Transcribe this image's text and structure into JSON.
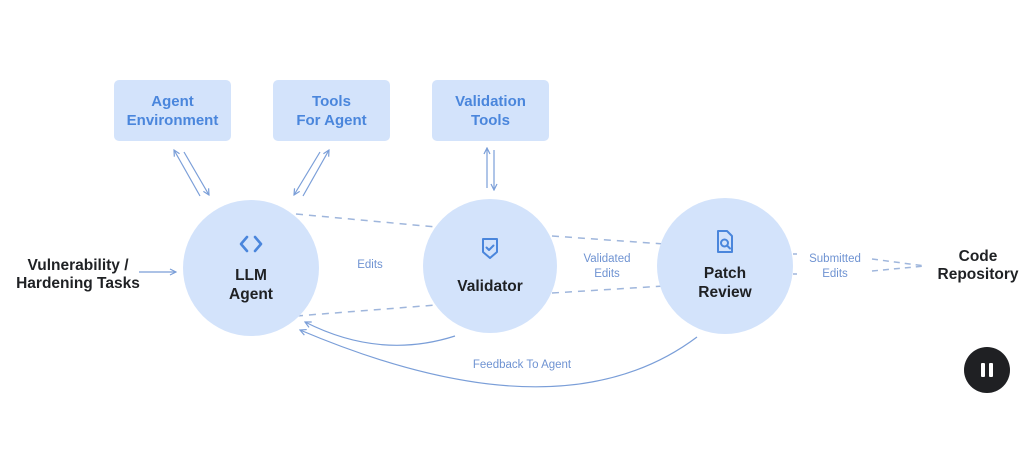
{
  "diagram": {
    "boxes": [
      {
        "line1": "Agent",
        "line2": "Environment"
      },
      {
        "line1": "Tools",
        "line2": "For Agent"
      },
      {
        "line1": "Validation",
        "line2": "Tools"
      }
    ],
    "nodes": [
      {
        "line1": "LLM",
        "line2": "Agent",
        "icon": "code-icon"
      },
      {
        "line1": "Validator",
        "line2": "",
        "icon": "shield-check-icon"
      },
      {
        "line1": "Patch",
        "line2": "Review",
        "icon": "document-search-icon"
      }
    ],
    "input": {
      "line1": "Vulnerability /",
      "line2": "Hardening Tasks"
    },
    "output": {
      "line1": "Code",
      "line2": "Repository"
    },
    "edge_labels": {
      "edits": "Edits",
      "validated_edits_1": "Validated",
      "validated_edits_2": "Edits",
      "submitted_edits_1": "Submitted",
      "submitted_edits_2": "Edits",
      "feedback": "Feedback To Agent"
    },
    "colors": {
      "node_fill": "#d3e3fb",
      "accent_text": "#4a86dc",
      "line": "#7a9ed8",
      "dash": "#9fb6dc",
      "dark_text": "#1f2124",
      "pause_bg": "#1f2023"
    }
  },
  "controls": {
    "pause_button": "pause-icon"
  }
}
